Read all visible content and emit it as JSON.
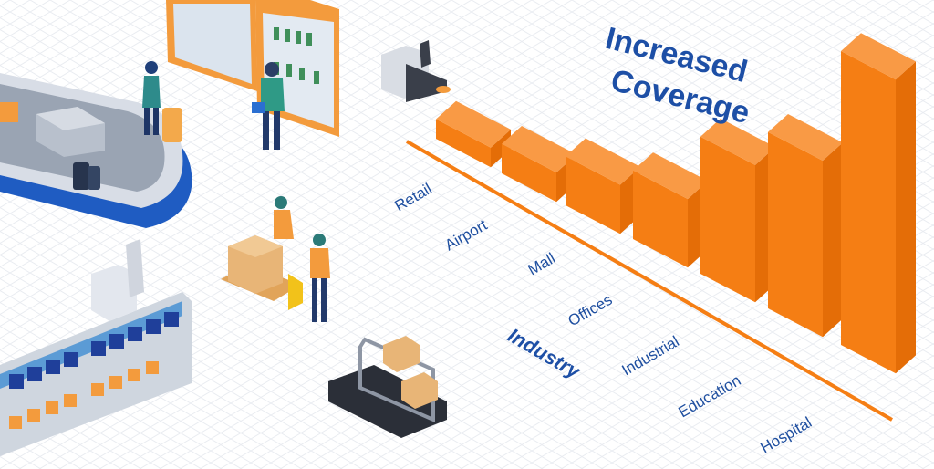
{
  "chart_data": {
    "type": "bar",
    "title_lines": [
      "Increased",
      "Coverage"
    ],
    "xlabel": "Industry",
    "ylabel": "",
    "categories": [
      "Retail",
      "Airport",
      "Mall",
      "Offices",
      "Industrial",
      "Education",
      "Hospital"
    ],
    "values": [
      1,
      1.5,
      2.5,
      3.5,
      7,
      9,
      15
    ],
    "values_note_units": "relative bar heights",
    "grid": true,
    "colors": {
      "bar": "#f57e14",
      "axis": "#f57e14",
      "text": "#1f4fa0"
    }
  }
}
